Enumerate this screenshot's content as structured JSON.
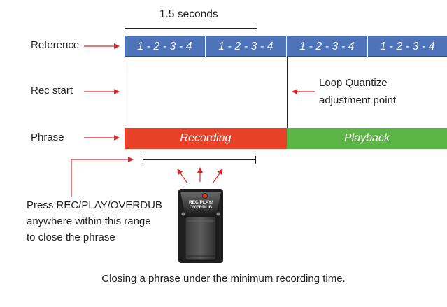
{
  "duration_label": "1.5 seconds",
  "row_labels": {
    "reference": "Reference",
    "rec_start": "Rec start",
    "phrase": "Phrase"
  },
  "reference_segments": [
    "1 - 2 - 3 - 4",
    "1 - 2 - 3 - 4",
    "1 - 2 - 3 - 4",
    "1 - 2 - 3 - 4"
  ],
  "phrase_segments": {
    "recording": "Recording",
    "playback": "Playback"
  },
  "loop_quantize_lines": [
    "Loop Quantize",
    "adjustment point"
  ],
  "press_instruction_lines": [
    "Press REC/PLAY/OVERDUB",
    "anywhere within this range",
    "to close the phrase"
  ],
  "pedal_label": "REC/PLAY/ OVERDUB",
  "caption": "Closing a phrase under the minimum recording time.",
  "colors": {
    "reference_bar": "#4f73b8",
    "recording": "#e8412a",
    "playback": "#5db446",
    "arrow": "#d9262c"
  }
}
